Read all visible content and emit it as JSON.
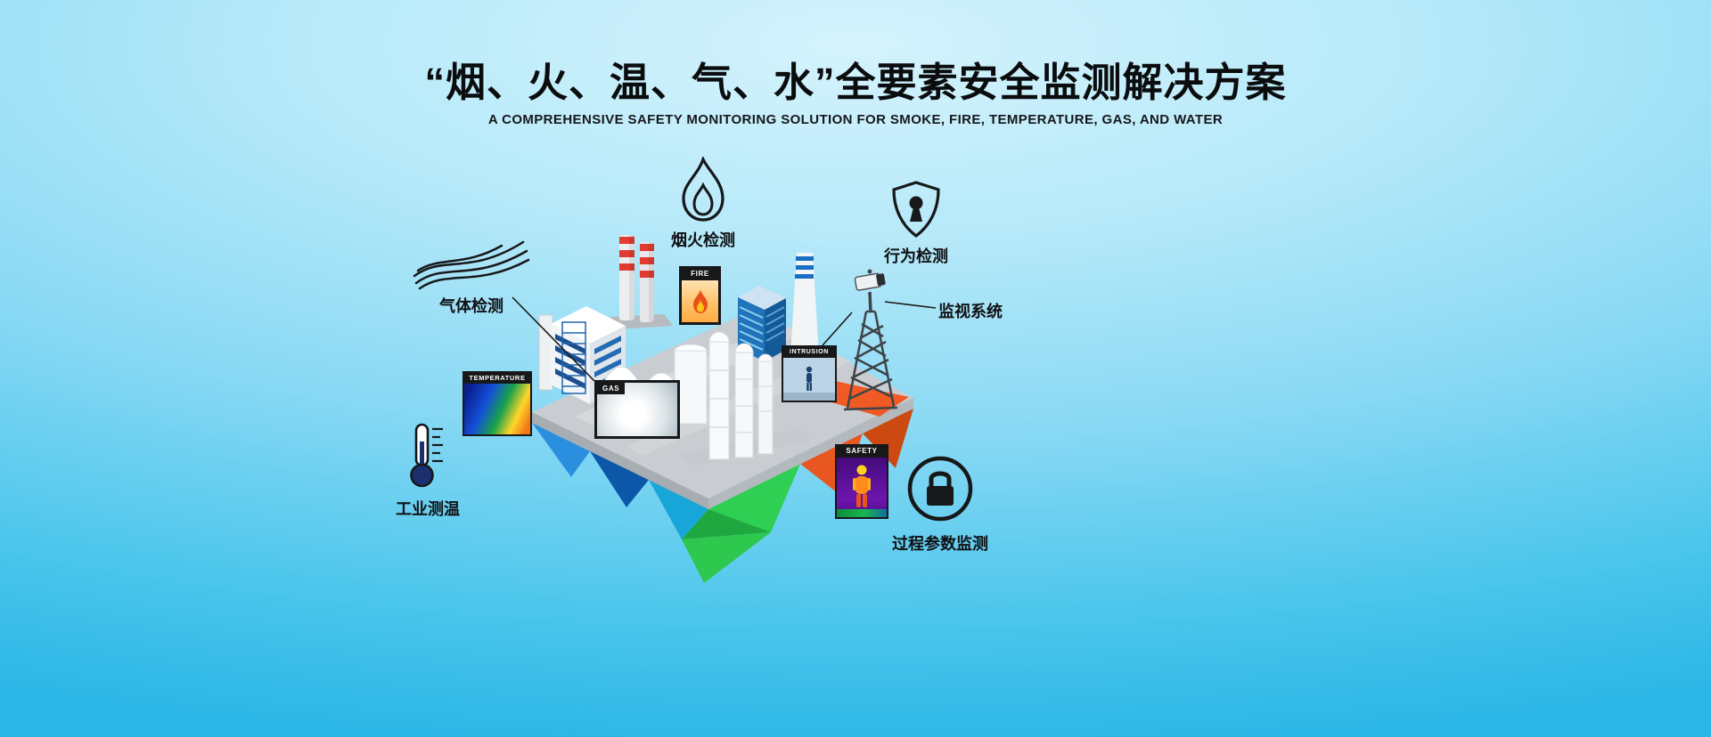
{
  "header": {
    "title": "“烟、火、温、气、水”全要素安全监测解决方案",
    "subtitle": "A COMPREHENSIVE SAFETY MONITORING SOLUTION FOR SMOKE, FIRE, TEMPERATURE, GAS, AND WATER"
  },
  "callouts": [
    {
      "id": "smoke-fire-detection",
      "label": "烟火检测",
      "icon": "flame-outline-icon"
    },
    {
      "id": "behavior-detection",
      "label": "行为检测",
      "icon": "shield-keyhole-icon"
    },
    {
      "id": "surveillance-system",
      "label": "监视系统",
      "icon": "ptz-camera"
    },
    {
      "id": "gas-detection",
      "label": "气体检测",
      "icon": "gas-waves-icon"
    },
    {
      "id": "industrial-temperature",
      "label": "工业测温",
      "icon": "thermometer-icon"
    },
    {
      "id": "process-parameter-monitoring",
      "label": "过程参数监测",
      "icon": "lock-circle-icon"
    }
  ],
  "scene_tags": {
    "fire": "FIRE",
    "temperature": "TEMPERATURE",
    "gas": "GAS",
    "intrusion": "INTRUSION",
    "safety": "SAFETY"
  },
  "colors": {
    "background_center": "#c9effb",
    "background_edge": "#2db7e6",
    "text": "#101114",
    "accent_orange": "#f05a24",
    "accent_green": "#2ec84e",
    "accent_blue": "#1a6fc4",
    "platform_gray": "#c9cdd1"
  }
}
